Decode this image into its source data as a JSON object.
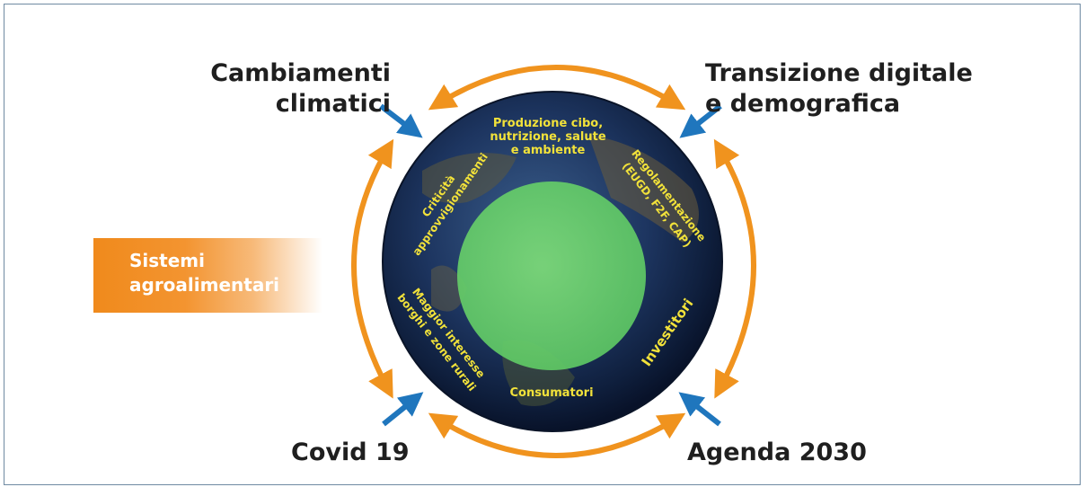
{
  "corners": {
    "top_left": [
      "Cambiamenti",
      "climatici"
    ],
    "top_right": [
      "Transizione digitale",
      "e demografica"
    ],
    "bottom_left": "Covid 19",
    "bottom_right": "Agenda 2030"
  },
  "side_box": [
    "Sistemi",
    "agroalimentari"
  ],
  "globe_labels": {
    "top": [
      "Produzione cibo,",
      "nutrizione, salute",
      "e  ambiente"
    ],
    "upper_left": [
      "Criticità",
      "approvvigionamenti"
    ],
    "upper_right": [
      "Regolamentazione",
      "(EUGD, F2F, CAP)"
    ],
    "lower_left": [
      "Maggior interesse",
      "borghi e zone rurali"
    ],
    "lower_right": "Investitori",
    "bottom": "Consumatori"
  },
  "colors": {
    "arrow_orange": "#f0931e",
    "arrow_blue": "#1f76bd",
    "globe_text": "#f2e23a",
    "core_green": "#6fd26c",
    "frame_border": "#6f8aa2"
  }
}
